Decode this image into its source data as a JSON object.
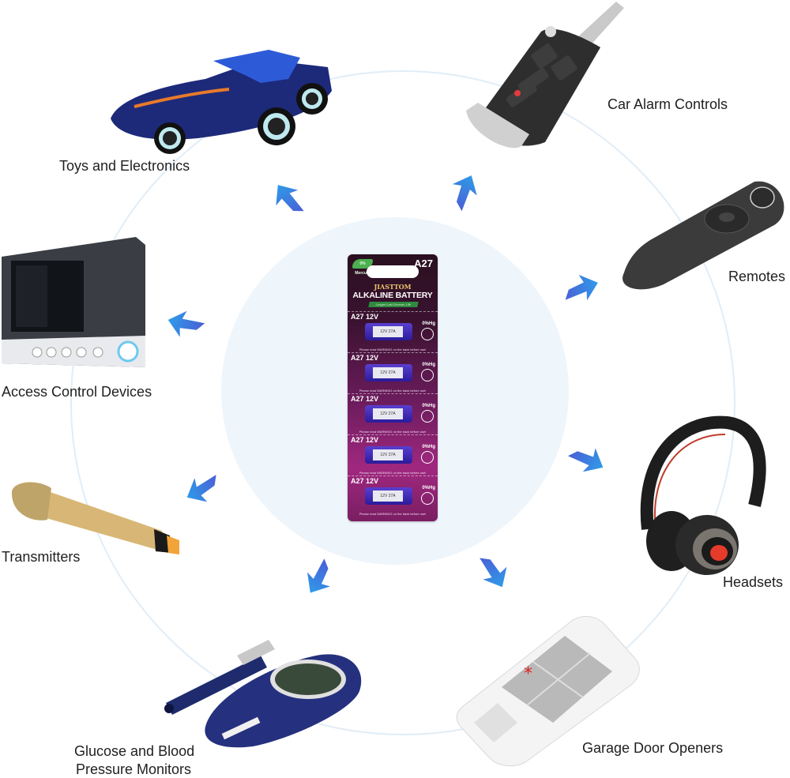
{
  "center": {
    "product": {
      "model": "A27",
      "eco_badge": "0% Mercury",
      "brand": "JIASTTOM",
      "type": "ALKALINE BATTERY",
      "slogan": "Longer Last Greener Life",
      "cells": [
        {
          "name": "A27 12V",
          "battery_label": "12V 27A",
          "mercury": "0%Hg",
          "warning": "Please read WARNING on the back before use!"
        },
        {
          "name": "A27 12V",
          "battery_label": "12V 27A",
          "mercury": "0%Hg",
          "warning": "Please read WARNING on the back before use!"
        },
        {
          "name": "A27 12V",
          "battery_label": "12V 27A",
          "mercury": "0%Hg",
          "warning": "Please read WARNING on the back before use!"
        },
        {
          "name": "A27 12V",
          "battery_label": "12V 27A",
          "mercury": "0%Hg",
          "warning": "Please read WARNING on the back before use!"
        },
        {
          "name": "A27 12V",
          "battery_label": "12V 27A",
          "mercury": "0%Hg",
          "warning": "Please read WARNING on the back before use!"
        }
      ]
    }
  },
  "applications": [
    {
      "id": "toys",
      "label": "Toys and Electronics",
      "icon": "toy-car-icon"
    },
    {
      "id": "car-alarm",
      "label": "Car Alarm Controls",
      "icon": "car-key-fob-icon"
    },
    {
      "id": "remotes",
      "label": "Remotes",
      "icon": "remote-control-icon"
    },
    {
      "id": "headsets",
      "label": "Headsets",
      "icon": "headphones-icon"
    },
    {
      "id": "garage",
      "label": "Garage Door Openers",
      "icon": "garage-remote-icon"
    },
    {
      "id": "glucose",
      "label_line1": "Glucose and Blood",
      "label_line2": "Pressure Monitors",
      "icon": "glucose-meter-icon"
    },
    {
      "id": "transmitters",
      "label": "Transmitters",
      "icon": "microphone-icon"
    },
    {
      "id": "access",
      "label": "Access Control Devices",
      "icon": "intercom-panel-icon"
    }
  ],
  "colors": {
    "arrow_light": "#2f9be8",
    "arrow_dark": "#4a5fd6",
    "center_bg": "#eef5fb",
    "ring": "#dbe9f5"
  }
}
